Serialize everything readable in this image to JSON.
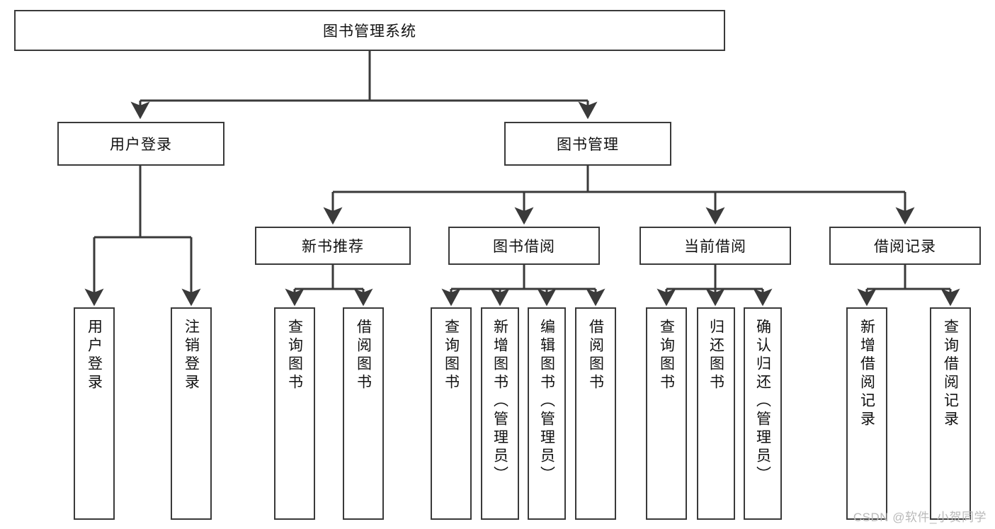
{
  "diagram": {
    "title": "图书管理系统",
    "type": "tree",
    "watermark": "CSDN @软件_小贺同学",
    "colors": {
      "box_border": "#3a3a3a",
      "box_fill": "#ffffff",
      "edge": "#3a3a3a",
      "text": "#111111",
      "watermark": "#b9b9b9",
      "background": "#ffffff"
    },
    "nodes": {
      "root": {
        "label": "图书管理系统",
        "orientation": "horizontal"
      },
      "level2": [
        {
          "id": "user-login",
          "label": "用户登录",
          "orientation": "horizontal"
        },
        {
          "id": "book-manage",
          "label": "图书管理",
          "orientation": "horizontal"
        }
      ],
      "level3": [
        {
          "id": "new-book-recommend",
          "label": "新书推荐",
          "orientation": "horizontal"
        },
        {
          "id": "book-borrow",
          "label": "图书借阅",
          "orientation": "horizontal"
        },
        {
          "id": "current-borrow",
          "label": "当前借阅",
          "orientation": "horizontal"
        },
        {
          "id": "borrow-record",
          "label": "借阅记录",
          "orientation": "horizontal"
        }
      ],
      "leaves": [
        {
          "id": "leaf-user-login",
          "label": "用户登录",
          "orientation": "vertical",
          "parent": "user-login"
        },
        {
          "id": "leaf-user-logout",
          "label": "注销登录",
          "orientation": "vertical",
          "parent": "user-login"
        },
        {
          "id": "leaf-query-book-1",
          "label": "查询图书",
          "orientation": "vertical",
          "parent": "new-book-recommend"
        },
        {
          "id": "leaf-borrow-book-1",
          "label": "借阅图书",
          "orientation": "vertical",
          "parent": "new-book-recommend"
        },
        {
          "id": "leaf-query-book-2",
          "label": "查询图书",
          "orientation": "vertical",
          "parent": "book-borrow"
        },
        {
          "id": "leaf-add-book",
          "label": "新增图书（管理员）",
          "orientation": "vertical",
          "parent": "book-borrow"
        },
        {
          "id": "leaf-edit-book",
          "label": "编辑图书（管理员）",
          "orientation": "vertical",
          "parent": "book-borrow"
        },
        {
          "id": "leaf-borrow-book-2",
          "label": "借阅图书",
          "orientation": "vertical",
          "parent": "book-borrow"
        },
        {
          "id": "leaf-query-book-3",
          "label": "查询图书",
          "orientation": "vertical",
          "parent": "current-borrow"
        },
        {
          "id": "leaf-return-book",
          "label": "归还图书",
          "orientation": "vertical",
          "parent": "current-borrow"
        },
        {
          "id": "leaf-confirm-return",
          "label": "确认归还（管理员）",
          "orientation": "vertical",
          "parent": "current-borrow"
        },
        {
          "id": "leaf-add-record",
          "label": "新增借阅记录",
          "orientation": "vertical",
          "parent": "borrow-record"
        },
        {
          "id": "leaf-query-record",
          "label": "查询借阅记录",
          "orientation": "vertical",
          "parent": "borrow-record"
        }
      ]
    }
  }
}
